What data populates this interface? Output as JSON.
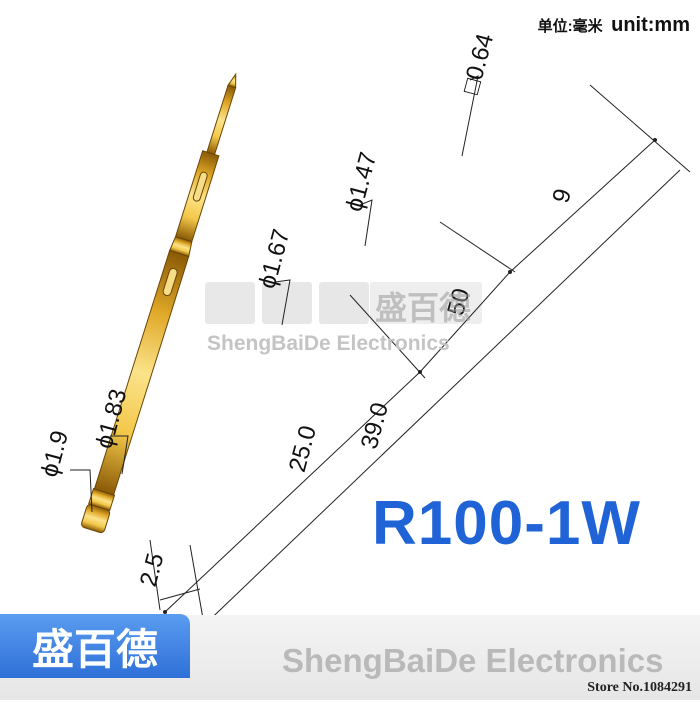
{
  "unit_label": {
    "cn": "单位:毫米",
    "en": "unit:mm"
  },
  "model": "R100-1W",
  "dimensions": {
    "head_dia": "ϕ1.9",
    "neck_dia": "ϕ1.83",
    "barrel_dia": "ϕ1.67",
    "plunger_dia": "ϕ1.47",
    "tip_square": "□0.64",
    "tip_length": "9",
    "plunger_length": "50",
    "barrel_length": "25.0",
    "total_length": "39.0",
    "head_length": "2.5"
  },
  "watermark": {
    "cn": "盛百德",
    "en": "ShengBaiDe Electronics"
  },
  "footer": {
    "brand": "盛百德",
    "company": "ShengBaiDe Electronics",
    "store": "Store No.1084291"
  },
  "colors": {
    "accent": "#1f63d6",
    "gold": "#d4a11a",
    "footer_bg": "#ececec"
  }
}
